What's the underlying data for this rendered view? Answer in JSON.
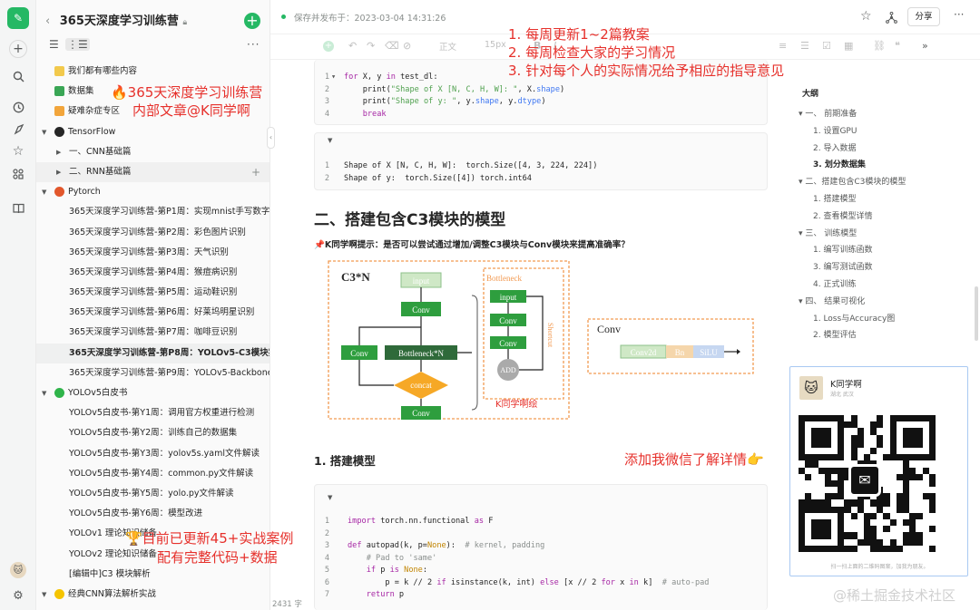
{
  "rail": {
    "icons": [
      "logo-icon",
      "plus-icon",
      "search-icon",
      "clock-icon",
      "compass-icon",
      "star-icon",
      "grid-icon",
      "book-icon",
      "avatar",
      "gear-icon"
    ]
  },
  "sidebar": {
    "title": "365天深度学习训练营",
    "items": [
      {
        "label": "我们都有哪些内容",
        "icon": "bulb"
      },
      {
        "label": "数据集",
        "icon": "chart"
      },
      {
        "label": "疑难杂症专区",
        "icon": "gear"
      },
      {
        "label": "TensorFlow",
        "icon": "soccer",
        "arrow": "open"
      },
      {
        "label": "一、CNN基础篇",
        "arrow": "closed"
      },
      {
        "label": "二、RNN基础篇",
        "arrow": "closed"
      },
      {
        "label": "Pytorch",
        "icon": "ball",
        "arrow": "open"
      },
      {
        "label": "365天深度学习训练营-第P1周：实现mnist手写数字..."
      },
      {
        "label": "365天深度学习训练营-第P2周：彩色图片识别"
      },
      {
        "label": "365天深度学习训练营-第P3周：天气识别"
      },
      {
        "label": "365天深度学习训练营-第P4周：猴痘病识别"
      },
      {
        "label": "365天深度学习训练营-第P5周：运动鞋识别"
      },
      {
        "label": "365天深度学习训练营-第P6周：好莱坞明星识别"
      },
      {
        "label": "365天深度学习训练营-第P7周：咖啡豆识别"
      },
      {
        "label": "365天深度学习训练营-第P8周：YOLOv5-C3模块实...",
        "selected": true
      },
      {
        "label": "365天深度学习训练营-第P9周：YOLOv5-Backbone..."
      },
      {
        "label": "YOLOv5白皮书",
        "icon": "green",
        "arrow": "open"
      },
      {
        "label": "YOLOv5白皮书-第Y1周：调用官方权重进行检测"
      },
      {
        "label": "YOLOv5白皮书-第Y2周：训练自己的数据集"
      },
      {
        "label": "YOLOv5白皮书-第Y3周：yolov5s.yaml文件解读"
      },
      {
        "label": "YOLOv5白皮书-第Y4周：common.py文件解读"
      },
      {
        "label": "YOLOv5白皮书-第Y5周：yolo.py文件解读"
      },
      {
        "label": "YOLOv5白皮书-第Y6周：模型改进"
      },
      {
        "label": "YOLOv1 理论知识储备"
      },
      {
        "label": "YOLOv2 理论知识储备"
      },
      {
        "label": "[编辑中]C3 模块解析"
      },
      {
        "label": "经典CNN算法解析实战",
        "icon": "yellow",
        "arrow": "open"
      }
    ]
  },
  "topbar": {
    "status": "保存并发布于：2023-03-04 14:31:26",
    "share_label": "分享"
  },
  "toolbar": {
    "text_style": "正文",
    "font_size": "15px"
  },
  "editor": {
    "code1": [
      {
        "n": "1",
        "code": [
          [
            "for",
            "kw"
          ],
          [
            " X, y ",
            ""
          ],
          [
            "in",
            "kw"
          ],
          [
            " test_dl:",
            ""
          ]
        ]
      },
      {
        "n": "2",
        "code": [
          [
            "    print(",
            ""
          ],
          [
            "\"Shape of X [N, C, H, W]: \"",
            "st"
          ],
          [
            ", X.",
            ""
          ],
          [
            "shape",
            "at"
          ],
          [
            ")",
            ""
          ]
        ]
      },
      {
        "n": "3",
        "code": [
          [
            "    print(",
            ""
          ],
          [
            "\"Shape of y: \"",
            "st"
          ],
          [
            ", y.",
            ""
          ],
          [
            "shape",
            "at"
          ],
          [
            ", y.",
            ""
          ],
          [
            "dtype",
            "at"
          ],
          [
            ")",
            ""
          ]
        ]
      },
      {
        "n": "4",
        "code": [
          [
            "    ",
            ""
          ],
          [
            "break",
            "kw"
          ]
        ]
      }
    ],
    "output": [
      {
        "n": "1",
        "code": [
          [
            "Shape of X [N, C, H, W]:  torch.Size([4, 3, 224, 224])",
            ""
          ]
        ]
      },
      {
        "n": "2",
        "code": [
          [
            "Shape of y:  torch.Size([4]) torch.int64",
            ""
          ]
        ]
      }
    ],
    "h2": "二、搭建包含C3模块的模型",
    "tip": "📌K同学啊提示：是否可以尝试通过增加/调整C3模块与Conv模块来提高准确率？",
    "diagram": {
      "title": "C3*N",
      "input": "input",
      "conv": "Conv",
      "bneck": "Bottleneck*N",
      "concat": "concat",
      "bn_title": "Bottleneck",
      "bn_input": "input",
      "bn_conv": "Conv",
      "add": "ADD",
      "shortcut": "Shortcut",
      "credit": "K同学啊绘",
      "conv_title": "Conv",
      "conv2d": "Conv2d",
      "bn": "Bn",
      "silu": "SiLU"
    },
    "h3": "1. 搭建模型",
    "code2": [
      {
        "n": "1",
        "code": [
          [
            "import",
            "kw"
          ],
          [
            " torch.nn.functional ",
            ""
          ],
          [
            "as",
            "kw"
          ],
          [
            " F",
            ""
          ]
        ]
      },
      {
        "n": "2",
        "code": [
          [
            "",
            ""
          ]
        ]
      },
      {
        "n": "3",
        "code": [
          [
            "def",
            "kw"
          ],
          [
            " autopad(k, p=",
            ""
          ],
          [
            "None",
            "bi"
          ],
          [
            "):  ",
            ""
          ],
          [
            "# kernel, padding",
            "cm"
          ]
        ]
      },
      {
        "n": "4",
        "code": [
          [
            "    ",
            ""
          ],
          [
            "# Pad to 'same'",
            "cm"
          ]
        ]
      },
      {
        "n": "5",
        "code": [
          [
            "    ",
            ""
          ],
          [
            "if",
            "kw"
          ],
          [
            " p ",
            ""
          ],
          [
            "is",
            "kw"
          ],
          [
            " ",
            ""
          ],
          [
            "None",
            "bi"
          ],
          [
            ":",
            ""
          ]
        ]
      },
      {
        "n": "6",
        "code": [
          [
            "        p = k // 2 ",
            ""
          ],
          [
            "if",
            "kw"
          ],
          [
            " isinstance(k, int) ",
            ""
          ],
          [
            "else",
            "kw"
          ],
          [
            " [x // 2 ",
            ""
          ],
          [
            "for",
            "kw"
          ],
          [
            " x ",
            ""
          ],
          [
            "in",
            "kw"
          ],
          [
            " k]  ",
            ""
          ],
          [
            "# auto-pad",
            "cm"
          ]
        ]
      },
      {
        "n": "7",
        "code": [
          [
            "    ",
            ""
          ],
          [
            "return",
            "kw"
          ],
          [
            " p",
            ""
          ]
        ]
      }
    ],
    "wordcount": "2431 字"
  },
  "outline": {
    "title": "大纲",
    "items": [
      {
        "label": "一、 前期准备",
        "lvl": 1
      },
      {
        "label": "1. 设置GPU",
        "lvl": 2
      },
      {
        "label": "2. 导入数据",
        "lvl": 2
      },
      {
        "label": "3. 划分数据集",
        "lvl": 2,
        "active": true
      },
      {
        "label": "二、搭建包含C3模块的模型",
        "lvl": 1
      },
      {
        "label": "1. 搭建模型",
        "lvl": 2
      },
      {
        "label": "2. 查看模型详情",
        "lvl": 2
      },
      {
        "label": "三、 训练模型",
        "lvl": 1
      },
      {
        "label": "1. 编写训练函数",
        "lvl": 2
      },
      {
        "label": "3. 编写测试函数",
        "lvl": 2
      },
      {
        "label": "4. 正式训练",
        "lvl": 2
      },
      {
        "label": "四、 结果可视化",
        "lvl": 1
      },
      {
        "label": "1. Loss与Accuracy图",
        "lvl": 2
      },
      {
        "label": "2. 模型评估",
        "lvl": 2
      }
    ]
  },
  "annotations": {
    "list": [
      "1. 每周更新1~2篇教案",
      "2. 每周检查大家的学习情况",
      "3. 针对每个人的实际情况给予相应的指导意见"
    ],
    "camp1": "🔥365天深度学习训练营",
    "camp2": "内部文章@K同学啊",
    "wechat": "添加我微信了解详情👉",
    "update1": "🏆目前已更新45+实战案例",
    "update2": "配有完整代码+数据"
  },
  "qrcard": {
    "name": "K同学啊",
    "location": "湖北 武汉",
    "caption": "扫一扫上面的二维码图案，加我为朋友。"
  },
  "watermark": "@稀土掘金技术社区"
}
